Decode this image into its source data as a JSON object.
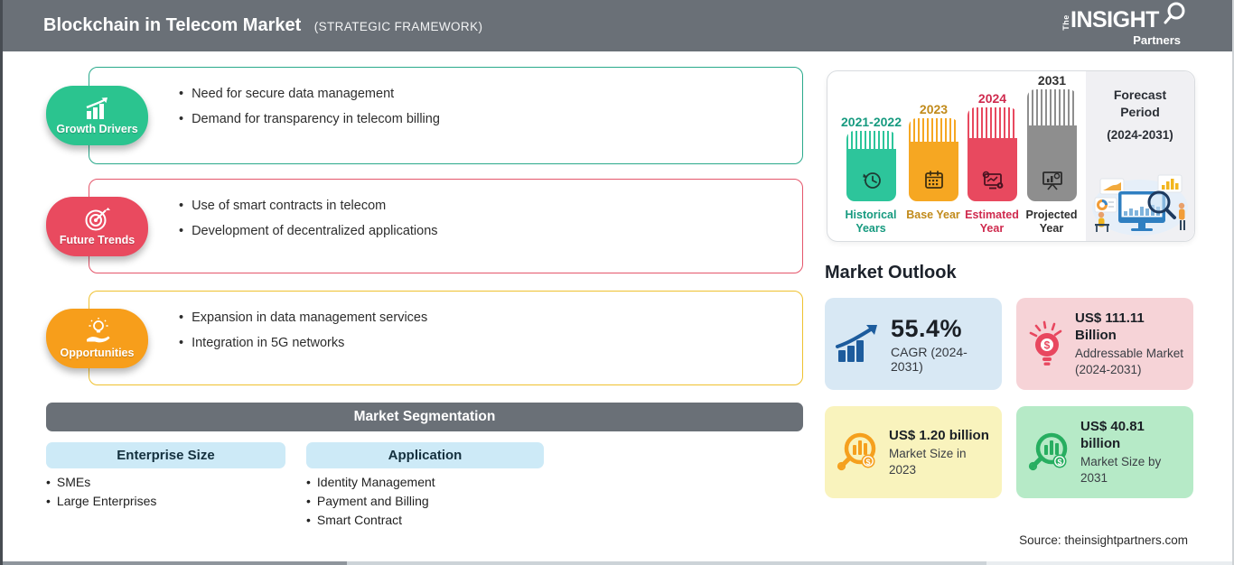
{
  "header": {
    "title": "Blockchain in Telecom Market",
    "subtitle": "(STRATEGIC FRAMEWORK)",
    "bg_color": "#6A7077",
    "logo": {
      "the": "The",
      "insight": "INSIGHT",
      "partners": "Partners"
    }
  },
  "framework": {
    "sections": [
      {
        "label": "Growth Drivers",
        "color": "#2BC48F",
        "border_color": "#29A98B",
        "icon": "bar-chart-growth-icon",
        "bullets": [
          "Need for secure data management",
          "Demand for transparency in telecom billing"
        ]
      },
      {
        "label": "Future Trends",
        "color": "#E94A5F",
        "border_color": "#E4556A",
        "icon": "target-dart-icon",
        "bullets": [
          "Use of smart contracts in telecom",
          "Development of decentralized applications"
        ]
      },
      {
        "label": "Opportunities",
        "color": "#F79E1B",
        "border_color": "#EFC12F",
        "icon": "hand-lightbulb-icon",
        "bullets": [
          "Expansion in data management services",
          "Integration in 5G networks"
        ]
      }
    ]
  },
  "segmentation": {
    "title": "Market Segmentation",
    "columns": [
      {
        "header": "Enterprise Size",
        "items": [
          "SMEs",
          "Large Enterprises"
        ]
      },
      {
        "header": "Application",
        "items": [
          "Identity Management",
          "Payment and Billing",
          "Smart Contract"
        ]
      }
    ]
  },
  "timeline": {
    "bars": [
      {
        "year": "2021-2022",
        "label": "Historical Years",
        "color": "#2DC59B",
        "icon": "history-clock-icon"
      },
      {
        "year": "2023",
        "label": "Base Year",
        "color": "#F6A722",
        "icon": "calendar-icon"
      },
      {
        "year": "2024",
        "label": "Estimated Year",
        "color": "#E8495F",
        "icon": "monitor-gear-icon"
      },
      {
        "year": "2031",
        "label": "Projected Year",
        "color": "#8E8E8E",
        "icon": "projection-screen-icon"
      }
    ],
    "forecast": {
      "title": "Forecast\nPeriod",
      "range": "(2024-2031)"
    }
  },
  "outlook": {
    "title": "Market Outlook",
    "cards": [
      {
        "value": "55.4%",
        "label": "CAGR (2024-2031)",
        "bg": "#D8E8F4",
        "icon_color": "#1D5C9D",
        "icon": "growth-chart-icon"
      },
      {
        "value": "US$ 111.11 Billion",
        "label": "Addressable Market (2024-2031)",
        "bg": "#F6D3D7",
        "icon_color": "#E8475F",
        "icon": "bulb-dollar-icon"
      },
      {
        "value": "US$ 1.20 billion",
        "label": "Market Size in 2023",
        "bg": "#F9F3BD",
        "icon_color": "#F5A01E",
        "icon": "magnifier-chart-icon"
      },
      {
        "value": "US$ 40.81 billion",
        "label": "Market Size by 2031",
        "bg": "#B6EAC7",
        "icon_color": "#27AE60",
        "icon": "magnifier-chart-icon"
      }
    ]
  },
  "source": {
    "text": "Source: theinsightpartners.com"
  }
}
